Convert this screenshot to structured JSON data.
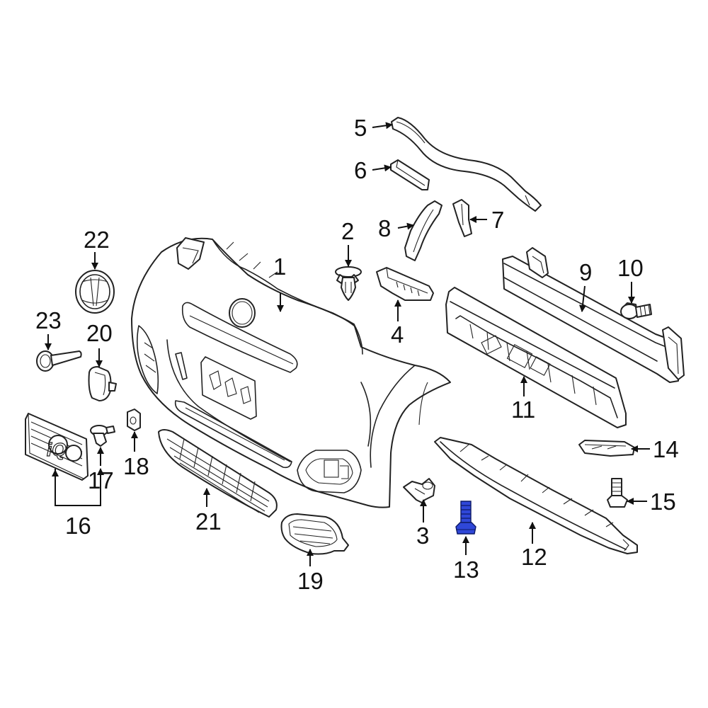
{
  "diagram": {
    "highlight_color": "#2f47d8",
    "callouts": [
      {
        "id": "c1",
        "label": "1",
        "part": "front-bumper-cover"
      },
      {
        "id": "c2",
        "label": "2",
        "part": "push-retainer-clip"
      },
      {
        "id": "c3",
        "label": "3",
        "part": "sensor-bracket"
      },
      {
        "id": "c4",
        "label": "4",
        "part": "side-retainer-bracket"
      },
      {
        "id": "c5",
        "label": "5",
        "part": "upper-seal-strip"
      },
      {
        "id": "c6",
        "label": "6",
        "part": "upper-pad"
      },
      {
        "id": "c7",
        "label": "7",
        "part": "right-side-pad"
      },
      {
        "id": "c8",
        "label": "8",
        "part": "left-side-pad"
      },
      {
        "id": "c9",
        "label": "9",
        "part": "reinforcement-beam"
      },
      {
        "id": "c10",
        "label": "10",
        "part": "flange-bolt"
      },
      {
        "id": "c11",
        "label": "11",
        "part": "energy-absorber"
      },
      {
        "id": "c12",
        "label": "12",
        "part": "lower-absorber"
      },
      {
        "id": "c13",
        "label": "13",
        "part": "highlighted-bolt"
      },
      {
        "id": "c14",
        "label": "14",
        "part": "small-bracket"
      },
      {
        "id": "c15",
        "label": "15",
        "part": "stud-bolt"
      },
      {
        "id": "c16",
        "label": "16",
        "part": "license-plate-bracket"
      },
      {
        "id": "c17",
        "label": "17",
        "part": "plate-screw"
      },
      {
        "id": "c18",
        "label": "18",
        "part": "nut-clip"
      },
      {
        "id": "c19",
        "label": "19",
        "part": "fog-lamp-bezel"
      },
      {
        "id": "c20",
        "label": "20",
        "part": "tow-hook-cover"
      },
      {
        "id": "c21",
        "label": "21",
        "part": "lower-grille"
      },
      {
        "id": "c22",
        "label": "22",
        "part": "emblem"
      },
      {
        "id": "c23",
        "label": "23",
        "part": "emblem-pin"
      }
    ],
    "plate_text": "iQ"
  }
}
